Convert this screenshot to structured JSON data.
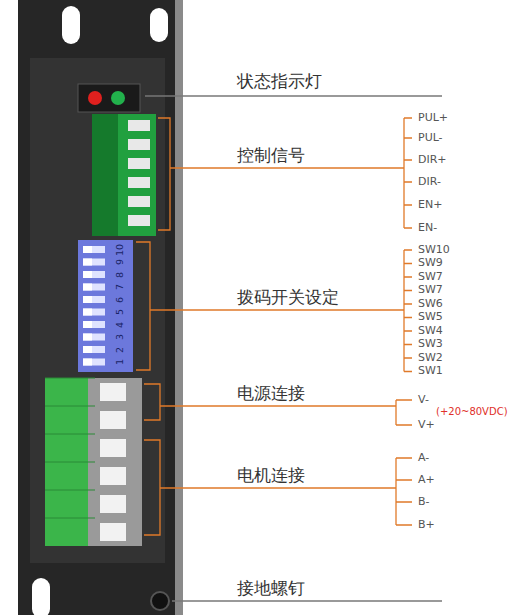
{
  "diagram": {
    "labels": [
      "状态指示灯",
      "控制信号",
      "PUL+",
      "PUL-",
      "DIR+",
      "DIR-",
      "EN+",
      "EN-",
      "拨码开关设定",
      "SW10",
      "SW9",
      "SW7",
      "SW7",
      "SW6",
      "SW5",
      "SW4",
      "SW3",
      "SW2",
      "SW1",
      "电源连接",
      "V-",
      "V+",
      "(+20~80VDC)",
      "电机连接",
      "A-",
      "A+",
      "B-",
      "B+",
      "接地螺钉",
      "1",
      "2",
      "3",
      "4",
      "5",
      "6",
      "7",
      "8",
      "9",
      "10"
    ]
  }
}
